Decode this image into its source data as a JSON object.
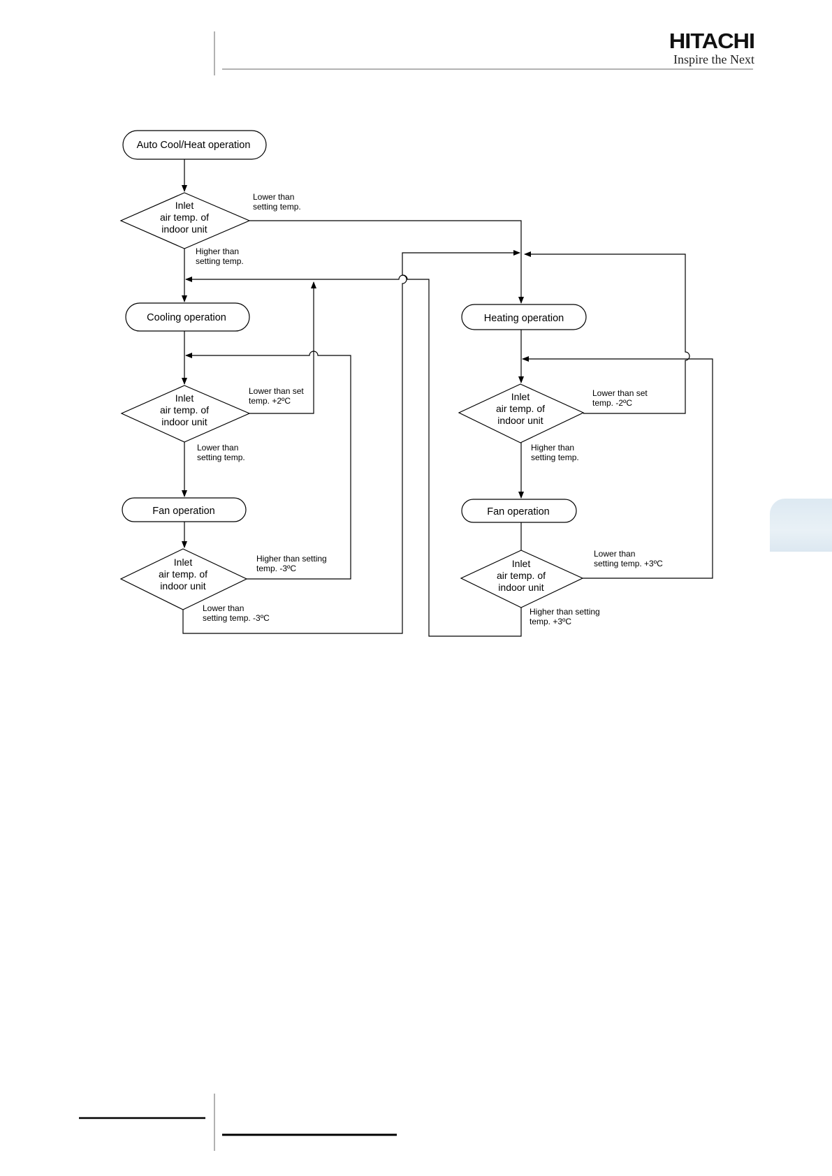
{
  "header": {
    "brand": "HITACHI",
    "tagline": "Inspire the Next"
  },
  "flow": {
    "start": "Auto Cool/Heat operation",
    "decision_text": [
      "Inlet",
      "air temp. of",
      "indoor unit"
    ],
    "cooling": "Cooling operation",
    "heating": "Heating operation",
    "fan": "Fan operation",
    "edges": {
      "d1_lower": [
        "Lower than",
        "setting temp."
      ],
      "d1_higher": [
        "Higher than",
        "setting temp."
      ],
      "d2_lower_set_plus2": [
        "Lower than set",
        "temp. +2ºC"
      ],
      "d2_lower": [
        "Lower than",
        "setting temp."
      ],
      "d3_higher_minus3": [
        "Higher than setting",
        "temp. -3ºC"
      ],
      "d3_lower_minus3": [
        "Lower than",
        "setting temp. -3ºC"
      ],
      "d4_lower_set_minus2": [
        "Lower than set",
        "temp. -2ºC"
      ],
      "d4_higher": [
        "Higher than",
        "setting temp."
      ],
      "d5_lower_plus3": [
        "Lower than",
        "setting temp. +3ºC"
      ],
      "d5_higher_plus3": [
        "Higher than setting",
        "temp. +3ºC"
      ]
    }
  },
  "colors": {
    "line": "#000000",
    "side_tab": "#dde9f2"
  }
}
